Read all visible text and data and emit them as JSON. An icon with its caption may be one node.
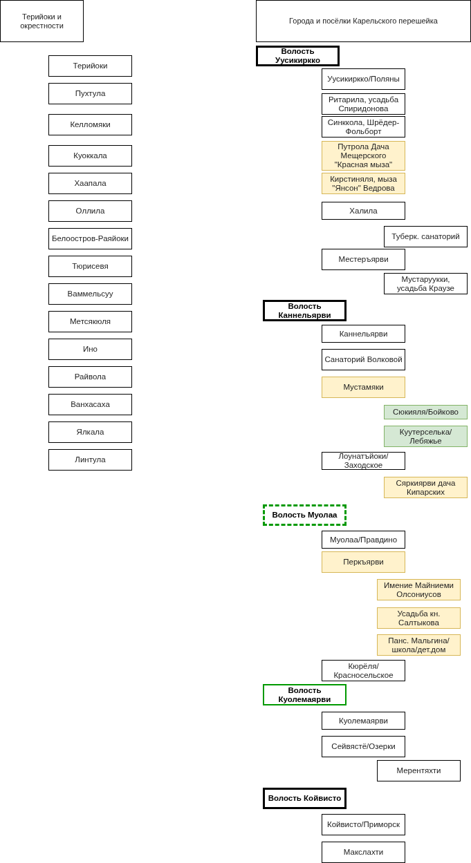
{
  "diagram": {
    "nodes": [
      {
        "text": [
          "Терийоки и окрестности"
        ]
      },
      {
        "text": [
          "Терийоки"
        ]
      },
      {
        "text": [
          "Пухтула"
        ]
      },
      {
        "text": [
          "Келломяки"
        ]
      },
      {
        "text": [
          "Куоккала"
        ]
      },
      {
        "text": [
          "Хаапала"
        ]
      },
      {
        "text": [
          "Оллила"
        ]
      },
      {
        "text": [
          "Белоостров-Раяйоки"
        ]
      },
      {
        "text": [
          "Тюрисевя"
        ]
      },
      {
        "text": [
          "Ваммельсуу"
        ]
      },
      {
        "text": [
          "Метсякюля"
        ]
      },
      {
        "text": [
          "Ино"
        ]
      },
      {
        "text": [
          "Райвола"
        ]
      },
      {
        "text": [
          "Ванхасаха"
        ]
      },
      {
        "text": [
          "Ялкала"
        ]
      },
      {
        "text": [
          "Линтула"
        ]
      },
      {
        "text": [
          "Города и посёлки Карельского перешейка"
        ]
      },
      {
        "text": [
          "Волость Уусикиркко"
        ]
      },
      {
        "text": [
          "Уусикиркко/Поляны"
        ]
      },
      {
        "text": [
          "Ритарила, усадьба Спиридонова"
        ]
      },
      {
        "text": [
          "Синккола, Шрёдер-Фольборт"
        ]
      },
      {
        "text": [
          "Путрола Дача Мещерского \"Красная мыза\""
        ]
      },
      {
        "text": [
          "Кирстиняля, мыза \"Янсон\" Ведрова"
        ]
      },
      {
        "text": [
          "Халила"
        ]
      },
      {
        "text": [
          "Туберк. санаторий"
        ]
      },
      {
        "text": [
          "Местеръярви"
        ]
      },
      {
        "text": [
          "Мустаруукки, усадьба Краузе"
        ]
      },
      {
        "text": [
          "Волость Каннельярви"
        ]
      },
      {
        "text": [
          "Каннельярви"
        ]
      },
      {
        "text": [
          "Санаторий Волковой"
        ]
      },
      {
        "text": [
          "Мустамяки"
        ]
      },
      {
        "text": [
          "Сюкияля/Бойково"
        ]
      },
      {
        "text": [
          "Куутерселька/ Лебяжье"
        ]
      },
      {
        "text": [
          "Лоунатъйоки/ Заходское"
        ]
      },
      {
        "text": [
          "Сяркиярви дача Кипарских"
        ]
      },
      {
        "text": [
          "Волость Муолаа"
        ]
      },
      {
        "text": [
          "Муолаа/Правдино"
        ]
      },
      {
        "text": [
          "Перкъярви"
        ]
      },
      {
        "text": [
          "Имение Майниеми Олсониусов"
        ]
      },
      {
        "text": [
          "Усадьба кн. Салтыкова"
        ]
      },
      {
        "text": [
          "Панс. Мальгина/ школа/дет.дом"
        ]
      },
      {
        "text": [
          "Кюрёля/ Красносельское"
        ]
      },
      {
        "text": [
          "Волость Куолемаярви"
        ]
      },
      {
        "text": [
          "Куолемаярви"
        ]
      },
      {
        "text": [
          "Сейвястё/Озерки"
        ]
      },
      {
        "text": [
          "Мерентяхти"
        ]
      },
      {
        "text": [
          "Волость Койвисто"
        ]
      },
      {
        "text": [
          "Койвисто/Приморск"
        ]
      },
      {
        "text": [
          "Макслахти"
        ]
      }
    ]
  }
}
